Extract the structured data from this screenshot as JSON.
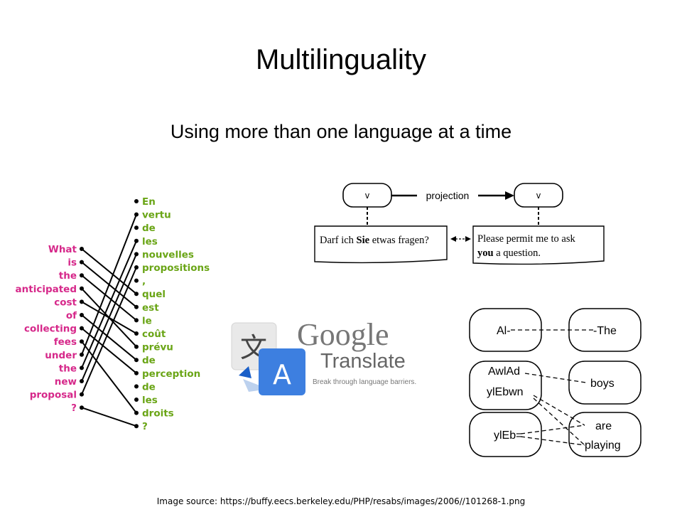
{
  "title": "Multilinguality",
  "subtitle": "Using more than one language at a time",
  "alignment": {
    "english": [
      "What",
      "is",
      "the",
      "anticipated",
      "cost",
      "of",
      "collecting",
      "fees",
      "under",
      "the",
      "new",
      "proposal",
      "?"
    ],
    "french": [
      "En",
      "vertu",
      "de",
      "les",
      "nouvelles",
      "propositions",
      ",",
      "quel",
      "est",
      "le",
      "coût",
      "prévu",
      "de",
      "perception",
      "de",
      "les",
      "droits",
      "?"
    ],
    "links": [
      [
        0,
        7
      ],
      [
        1,
        8
      ],
      [
        2,
        9
      ],
      [
        3,
        11
      ],
      [
        4,
        10
      ],
      [
        5,
        12
      ],
      [
        6,
        13
      ],
      [
        7,
        16
      ],
      [
        8,
        1
      ],
      [
        9,
        3
      ],
      [
        10,
        4
      ],
      [
        11,
        5
      ],
      [
        12,
        17
      ]
    ],
    "colors": {
      "english": "#d6288a",
      "french": "#6aa516"
    }
  },
  "projection": {
    "source_node": "v",
    "target_node": "v",
    "edge_label": "projection",
    "source_sentence_pre": "Darf ich ",
    "source_sentence_bold": "Sie",
    "source_sentence_post": " etwas fragen?",
    "target_line1": "Please permit me to ask",
    "target_line2_bold": "you",
    "target_line2_post": " a question."
  },
  "google_translate": {
    "wordmark": "Google",
    "product": "Translate",
    "tagline": "Break through language barriers.",
    "icon_glyph": "文",
    "icon_letter": "A"
  },
  "arabic_alignment": {
    "left": [
      "Al-",
      "AwlAd",
      "ylEbwn",
      "ylEb="
    ],
    "right": [
      "-The",
      "boys",
      "are",
      "playing"
    ]
  },
  "footer": "Image source: https://buffy.eecs.berkeley.edu/PHP/resabs/images/2006//101268-1.png"
}
